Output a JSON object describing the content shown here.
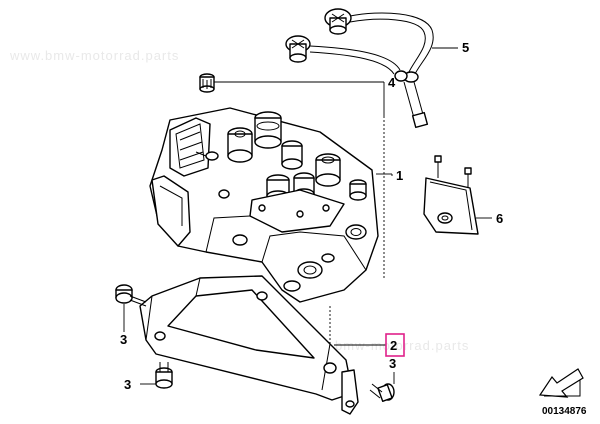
{
  "watermarks": [
    "www.bmw-motorrad.parts",
    "www.bmw-motorrad.parts"
  ],
  "callouts": [
    {
      "label": "1",
      "part": "abs-pressure-modulator"
    },
    {
      "label": "2",
      "part": "holder-bracket",
      "highlighted": true
    },
    {
      "label": "3",
      "part": "hex-bolt-left-upper"
    },
    {
      "label": "3",
      "part": "hex-bolt-left-lower"
    },
    {
      "label": "3",
      "part": "hex-bolt-right"
    },
    {
      "label": "4",
      "part": "plug"
    },
    {
      "label": "5",
      "part": "brake-line"
    },
    {
      "label": "6",
      "part": "plate-gasket"
    }
  ],
  "reference_number": "00134876",
  "colors": {
    "line": "#000000",
    "highlight": "#e0218a",
    "background": "#ffffff",
    "watermark": "#e9e9e9"
  }
}
